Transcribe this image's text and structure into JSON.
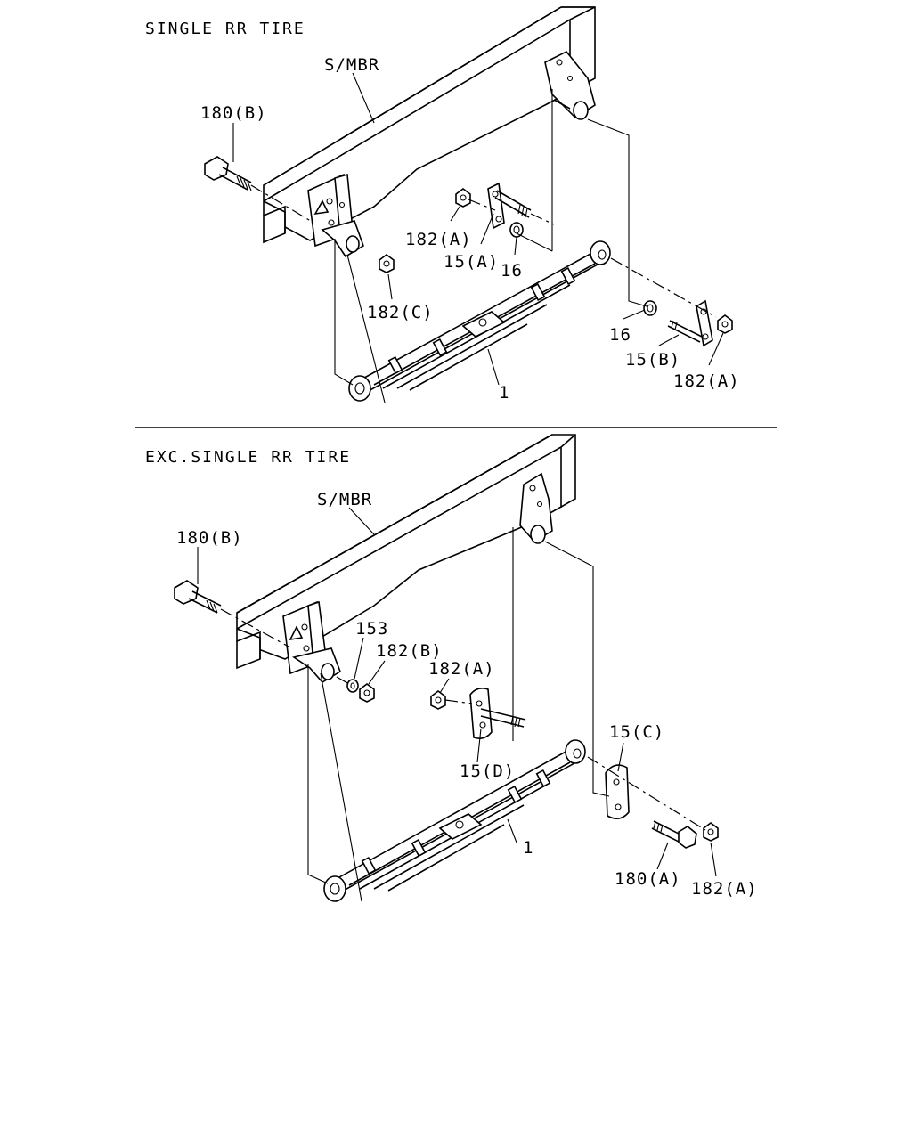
{
  "sections": [
    {
      "header": "SINGLE RR TIRE",
      "labels": {
        "side_member": "S/MBR",
        "bolt_front": "180(B)",
        "nut_top_a": "182(A)",
        "shackle_a": "15(A)",
        "bushing_top": "16",
        "nut_c": "182(C)",
        "bushing_rear": "16",
        "shackle_b": "15(B)",
        "nut_rear_a": "182(A)",
        "leaf_spring": "1"
      }
    },
    {
      "header": "EXC.SINGLE RR TIRE",
      "labels": {
        "side_member": "S/MBR",
        "bolt_front": "180(B)",
        "washer": "153",
        "nut_b": "182(B)",
        "nut_front_a": "182(A)",
        "shackle_d": "15(D)",
        "shackle_c": "15(C)",
        "leaf_spring": "1",
        "bolt_rear": "180(A)",
        "nut_rear_a": "182(A)"
      }
    }
  ]
}
